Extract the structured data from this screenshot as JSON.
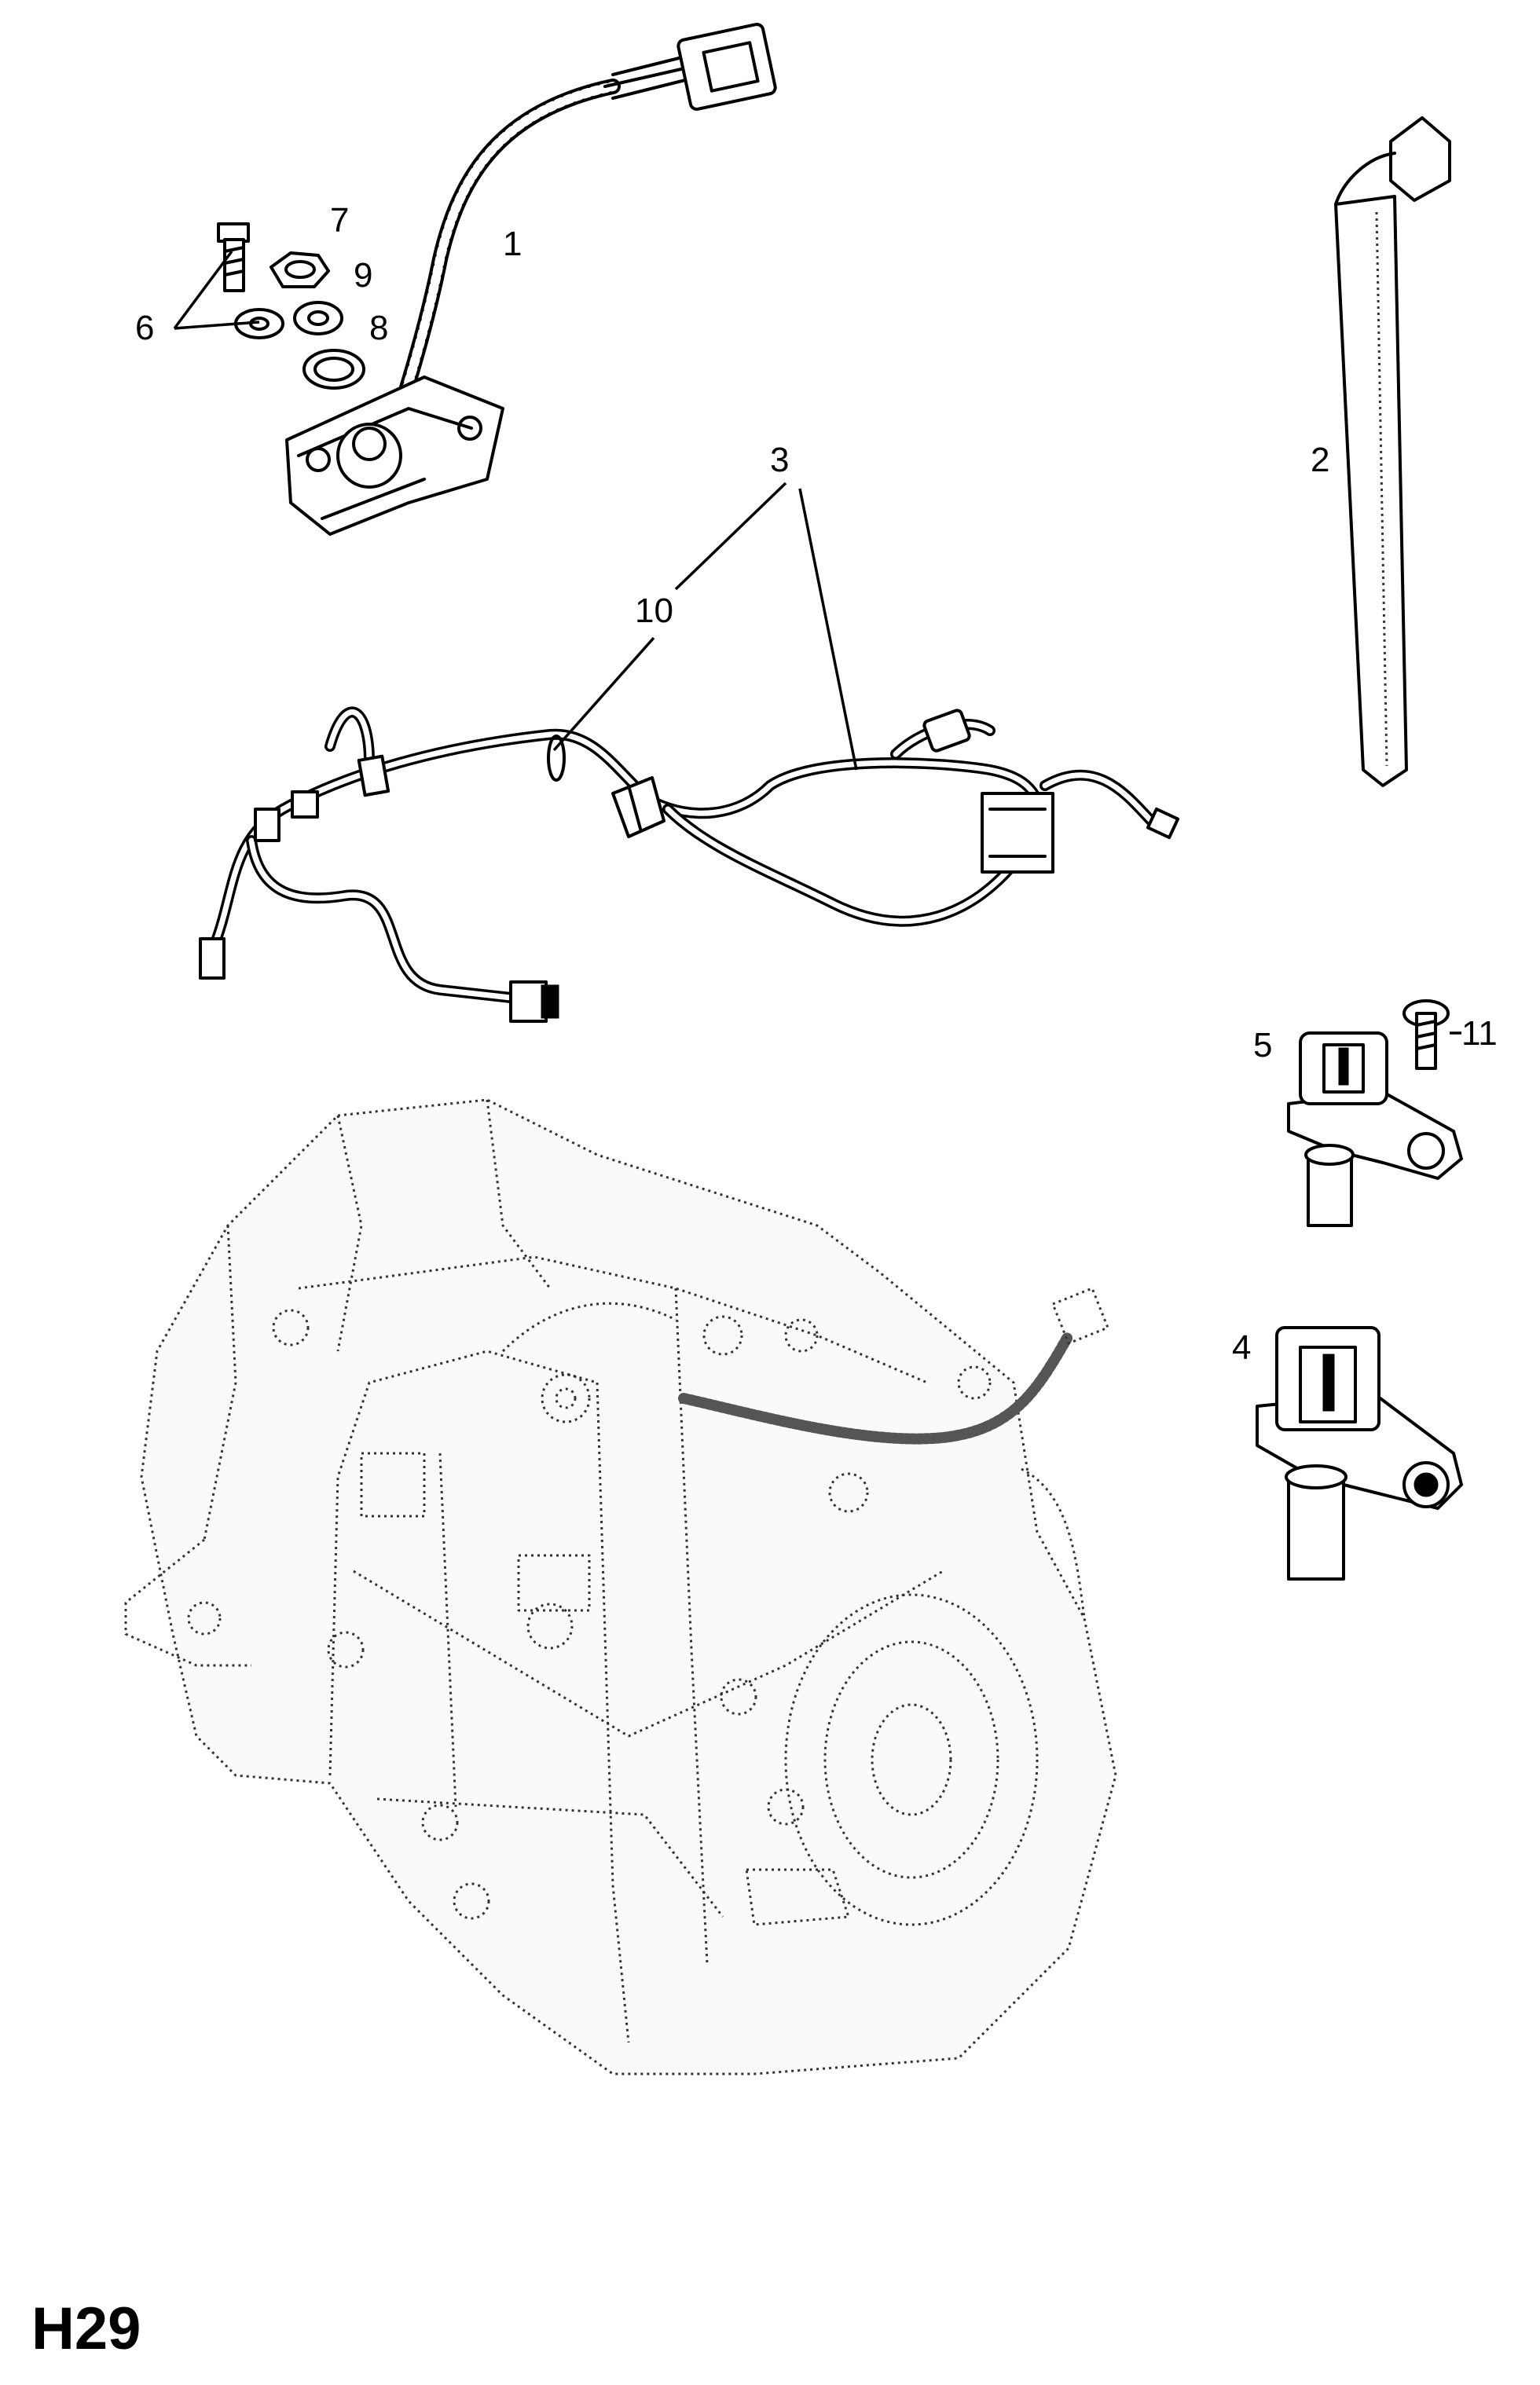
{
  "callouts": {
    "c1": "1",
    "c2": "2",
    "c3": "3",
    "c4": "4",
    "c5": "5",
    "c6": "6",
    "c7": "7",
    "c8": "8",
    "c9": "9",
    "c10": "10",
    "c11": "11"
  },
  "page_code": "H29"
}
